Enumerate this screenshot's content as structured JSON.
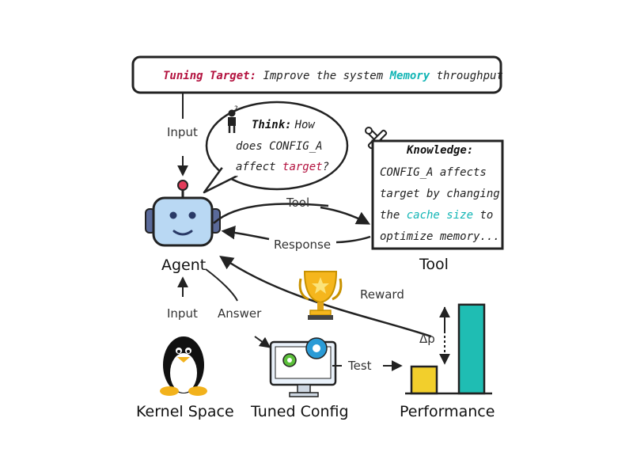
{
  "target_box": {
    "label": "Tuning Target:",
    "text_before": " Improve the system ",
    "highlight": "Memory",
    "text_after": " throughput"
  },
  "think_bubble": {
    "label": "Think:",
    "line1": "How",
    "line2": "does CONFIG_A",
    "line3_prefix": "affect ",
    "line3_highlight": "target",
    "line3_suffix": "?"
  },
  "knowledge_box": {
    "label": "Knowledge:",
    "line1": "CONFIG_A affects",
    "line2": "target by changing",
    "line3_prefix": "the ",
    "line3_highlight": "cache size",
    "line3_suffix": " to",
    "line4": "optimize memory..."
  },
  "labels": {
    "input_top": "Input",
    "agent": "Agent",
    "tool_arrow": "Tool",
    "response_arrow": "Response",
    "tool_title": "Tool",
    "input_bottom": "Input",
    "answer": "Answer",
    "reward": "Reward",
    "delta_p": "Δp",
    "test": "Test",
    "kernel_space": "Kernel Space",
    "tuned_config": "Tuned Config",
    "performance": "Performance"
  },
  "colors": {
    "crimson": "#b3123f",
    "teal": "#12b5b5",
    "robot_body": "#b9d8f3",
    "bar_small": "#f2cf2c",
    "bar_tall": "#1fbdb3"
  },
  "icons": [
    "robot-icon",
    "tools-icon",
    "thinker-icon",
    "trophy-icon",
    "penguin-icon",
    "monitor-gears-icon"
  ],
  "chart": {
    "bar_small_value": 1,
    "bar_tall_value": 3.3
  }
}
